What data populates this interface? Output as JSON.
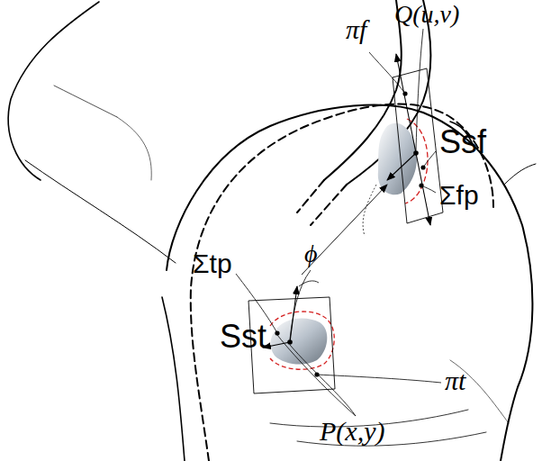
{
  "diagram": {
    "labels": [
      "πf",
      "Q(u,v)",
      "Ssf",
      "Σfp",
      "Σtp",
      "ϕ",
      "Sst",
      "πt",
      "P(x,y)"
    ]
  }
}
